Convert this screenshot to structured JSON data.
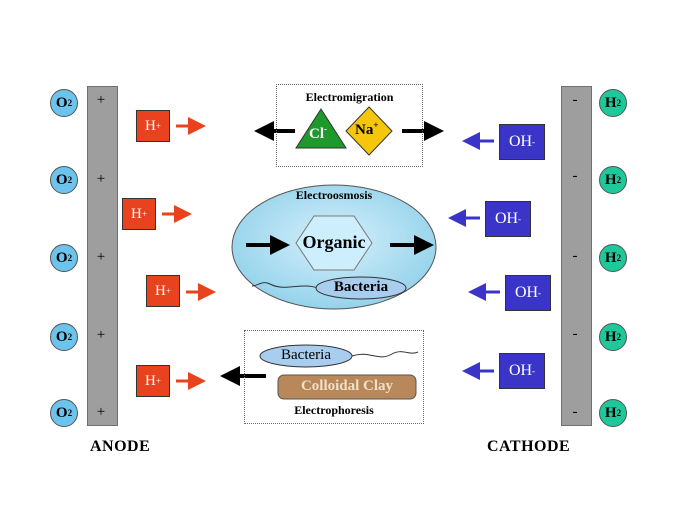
{
  "anode_label": "ANODE",
  "cathode_label": "CATHODE",
  "plus_sign": "+",
  "minus_sign": "-",
  "o2": {
    "base": "O",
    "sub": "2"
  },
  "h2": {
    "base": "H",
    "sub": "2"
  },
  "hplus": {
    "base": "H",
    "sup": "+"
  },
  "ohminus": {
    "base": "OH",
    "sup": "-"
  },
  "electromigration": {
    "title": "Electromigration",
    "cl": {
      "base": "Cl",
      "sup": "-"
    },
    "na": {
      "base": "Na",
      "sup": "+"
    }
  },
  "electroosmosis": {
    "title": "Electroosmosis",
    "organic": "Organic",
    "bacteria": "Bacteria"
  },
  "electrophoresis": {
    "title": "Electrophoresis",
    "bacteria": "Bacteria",
    "clay": "Colloidal Clay"
  },
  "colors": {
    "electrode": "#9e9e9e",
    "o2": "#6cc3ec",
    "h2": "#1fc89a",
    "hplus": "#e8431e",
    "ohminus": "#3a35c8",
    "cl_triangle": "#1e9a2c",
    "na_diamond": "#f5c60c",
    "ellipse": "#a8dcef",
    "clay": "#b8875a"
  }
}
